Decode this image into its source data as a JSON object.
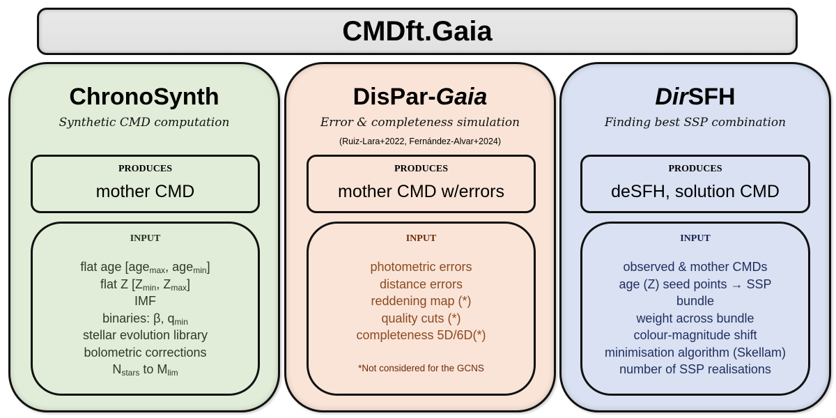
{
  "header": {
    "title": "CMDft.Gaia"
  },
  "panels": [
    {
      "id": "chronosynth",
      "title_plain": "ChronoSynth",
      "title_italic": "",
      "subtitle": "Synthetic CMD computation",
      "reference": "",
      "produces_label": "PRODUCES",
      "produces_value": "mother CMD",
      "input_label": "INPUT",
      "color": "#e1edd8",
      "input_items": [
        {
          "text": "flat age  [age",
          "sub1": "max",
          "mid": ", age",
          "sub2": "min",
          "end": "]"
        },
        {
          "text": "flat Z [Z",
          "sub1": "min",
          "mid": ", Z",
          "sub2": "max",
          "end": "]"
        },
        {
          "text": "IMF"
        },
        {
          "text": "binaries: β, q",
          "sub1": "min"
        },
        {
          "text": "stellar evolution library"
        },
        {
          "text": "bolometric corrections"
        },
        {
          "text": "N",
          "sub1": "stars",
          "mid": " to M",
          "sub2": "lim"
        }
      ]
    },
    {
      "id": "dispar-gaia",
      "title_plain": "DisPar-",
      "title_italic": "Gaia",
      "subtitle": "Error & completeness simulation",
      "reference": "(Ruiz-Lara+2022, Fernández-Alvar+2024)",
      "produces_label": "PRODUCES",
      "produces_value": "mother CMD w/errors",
      "input_label": "INPUT",
      "color": "#fae4d7",
      "input_items": [
        {
          "text": "photometric errors"
        },
        {
          "text": "distance errors"
        },
        {
          "text": "reddening map (*)"
        },
        {
          "text": "quality cuts (*)"
        },
        {
          "text": "completeness 5D/6D(*)"
        }
      ],
      "note": "*Not considered for the GCNS"
    },
    {
      "id": "dirsfh",
      "title_italic_prefix": "Dir",
      "title_plain": "SFH",
      "subtitle": "Finding best SSP combination",
      "reference": "",
      "produces_label": "PRODUCES",
      "produces_value": "deSFH, solution CMD",
      "input_label": "INPUT",
      "color": "#d9e1f2",
      "input_items": [
        {
          "text": "observed & mother CMDs"
        },
        {
          "text": "age (Z) seed points → SSP"
        },
        {
          "text": "bundle"
        },
        {
          "text": "weight across bundle"
        },
        {
          "text": "colour-magnitude shift"
        },
        {
          "text": "minimisation algorithm (Skellam)"
        },
        {
          "text": "number of SSP realisations"
        }
      ]
    }
  ]
}
